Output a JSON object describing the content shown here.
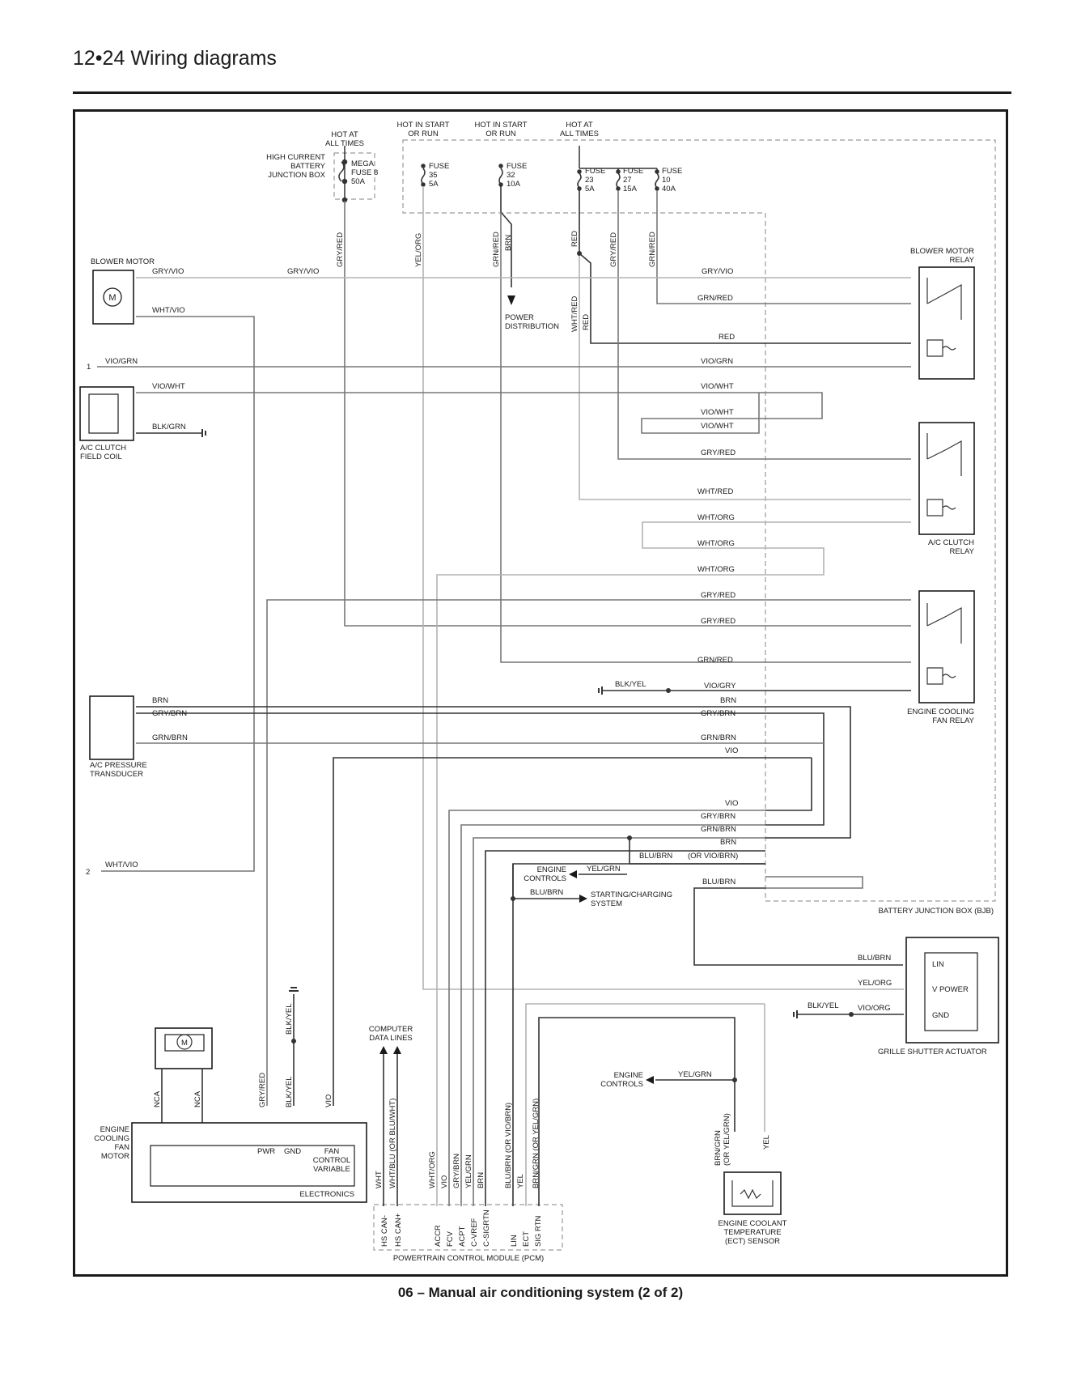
{
  "page": {
    "header": "12•24 Wiring diagrams",
    "caption": "06 – Manual air conditioning system (2 of 2)"
  },
  "power": {
    "hot_at_all_times_1": [
      "HOT AT",
      "ALL TIMES"
    ],
    "hot_start_run_1": [
      "HOT IN START",
      "OR RUN"
    ],
    "hot_start_run_2": [
      "HOT IN START",
      "OR RUN"
    ],
    "hot_at_all_times_2": [
      "HOT AT",
      "ALL TIMES"
    ],
    "hcbjb": [
      "HIGH CURRENT",
      "BATTERY",
      "JUNCTION BOX"
    ],
    "mega_fuse": [
      "MEGA",
      "FUSE 8",
      "50A"
    ],
    "fuse35": [
      "FUSE",
      "35",
      "5A"
    ],
    "fuse32": [
      "FUSE",
      "32",
      "10A"
    ],
    "fuse23": [
      "FUSE",
      "23",
      "5A"
    ],
    "fuse27": [
      "FUSE",
      "27",
      "15A"
    ],
    "fuse10": [
      "FUSE",
      "10",
      "40A"
    ],
    "power_distribution": [
      "POWER",
      "DISTRIBUTION"
    ]
  },
  "components": {
    "blower_motor": "BLOWER MOTOR",
    "blower_motor_relay": [
      "BLOWER MOTOR",
      "RELAY"
    ],
    "ac_clutch_field_coil": [
      "A/C CLUTCH",
      "FIELD COIL"
    ],
    "ac_clutch_relay": [
      "A/C CLUTCH",
      "RELAY"
    ],
    "engine_cooling_fan_relay": [
      "ENGINE COOLING",
      "FAN RELAY"
    ],
    "ac_pressure_transducer": [
      "A/C PRESSURE",
      "TRANSDUCER"
    ],
    "bjb": "BATTERY JUNCTION BOX (BJB)",
    "grille_shutter_actuator": "GRILLE SHUTTER ACTUATOR",
    "grille_pins": [
      "LIN",
      "V POWER",
      "GND"
    ],
    "computer_data_lines": [
      "COMPUTER",
      "DATA LINES"
    ],
    "engine_controls": [
      "ENGINE",
      "CONTROLS"
    ],
    "starting_charging": [
      "STARTING/CHARGING",
      "SYSTEM"
    ],
    "fan_motor": [
      "ENGINE",
      "COOLING",
      "FAN",
      "MOTOR"
    ],
    "fan_motor_pins": [
      "PWR",
      "GND"
    ],
    "fan_control": [
      "FAN",
      "CONTROL",
      "VARIABLE"
    ],
    "electronics": "ELECTRONICS",
    "pcm": "POWERTRAIN CONTROL MODULE (PCM)",
    "pcm_pins": [
      "HS CAN-",
      "HS CAN+",
      "ACCR",
      "FCV",
      "ACPT",
      "C-VREF",
      "C-SIGRTN",
      "LIN",
      "ECT",
      "SIG RTN"
    ],
    "ect_sensor": [
      "ENGINE COOLANT",
      "TEMPERATURE",
      "(ECT) SENSOR"
    ],
    "ref1": "1",
    "ref2": "2",
    "motor_symbol": "M"
  },
  "wires": {
    "gry_vio": "GRY/VIO",
    "wht_vio": "WHT/VIO",
    "vio_grn": "VIO/GRN",
    "vio_wht": "VIO/WHT",
    "blk_grn": "BLK/GRN",
    "gry_red": "GRY/RED",
    "yel_org": "YEL/ORG",
    "grn_red": "GRN/RED",
    "brn": "BRN",
    "red": "RED",
    "wht_red": "WHT/RED",
    "wht_org": "WHT/ORG",
    "blk_yel": "BLK/YEL",
    "vio_gry": "VIO/GRY",
    "gry_brn": "GRY/BRN",
    "grn_brn": "GRN/BRN",
    "vio": "VIO",
    "blu_brn": "BLU/BRN",
    "or_vio_brn": "(OR VIO/BRN)",
    "yel_grn": "YEL/GRN",
    "vio_org": "VIO/ORG",
    "nca": "NCA",
    "wht": "WHT",
    "wht_blu": "WHT/BLU  (OR BLU/WHT)",
    "yel_grn_v": "YEL/GRN",
    "blu_brn_v": "BLU/BRN   (OR VIO/BRN)",
    "yel": "YEL",
    "brn_grn_v": "BRN/GRN   (OR YEL/GRN)",
    "brn_grn_ect": [
      "BRN/GRN",
      "(OR YEL/GRN)"
    ]
  }
}
